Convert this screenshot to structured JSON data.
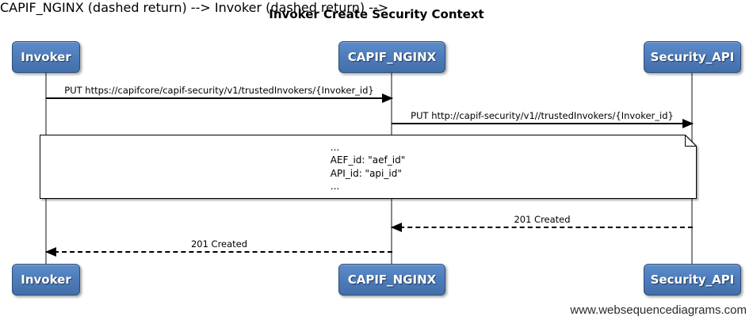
{
  "title": "Invoker Create Security Context",
  "participants": [
    {
      "label": "Invoker"
    },
    {
      "label": "CAPIF_NGINX"
    },
    {
      "label": "Security_API"
    }
  ],
  "messages": [
    {
      "from": "Invoker",
      "to": "CAPIF_NGINX",
      "line": "solid",
      "label": "PUT https://capifcore/capif-security/v1/trustedInvokers/{Invoker_id}"
    },
    {
      "from": "CAPIF_NGINX",
      "to": "Security_API",
      "line": "solid",
      "label": "PUT http://capif-security/v1//trustedInvokers/{Invoker_id}"
    },
    {
      "from": "Security_API",
      "to": "CAPIF_NGINX",
      "line": "dashed",
      "label": "201 Created"
    },
    {
      "from": "CAPIF_NGINX",
      "to": "Invoker",
      "line": "dashed",
      "label": "201 Created"
    }
  ],
  "note": {
    "lines": [
      "...",
      "AEF_id: \"aef_id\"",
      "API_id: \"api_id\"",
      "..."
    ]
  },
  "footer": "www.websequencediagrams.com",
  "colors": {
    "participant_fill": "#4d7cbb",
    "participant_border": "#2c4e76",
    "lifeline": "#888888",
    "arrow": "#000000"
  }
}
